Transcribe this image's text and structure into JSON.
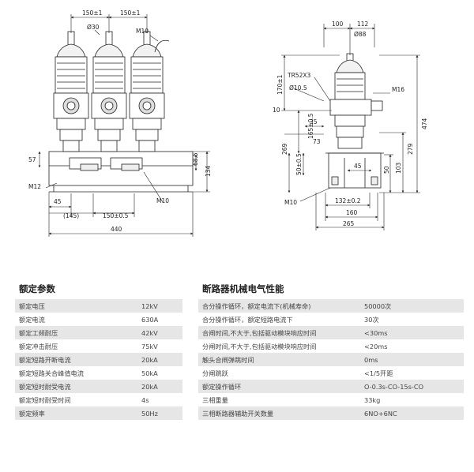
{
  "drawing": {
    "front_dims": {
      "top_left": "150±1",
      "top_right": "150±1",
      "dia30": "Ø30",
      "m10_top": "M10",
      "h57": "57",
      "h68_5": "68.5",
      "h134": "134",
      "m12": "M12",
      "m10_bottom": "M10",
      "d45": "45",
      "d145": "(145)",
      "d150_bottom": "150±0.5",
      "d440": "440"
    },
    "side_dims": {
      "d100": "100",
      "d112": "112",
      "dia88": "Ø88",
      "tr52x3": "TR52X3",
      "dia10_5": "Ø10.5",
      "h170": "170±1",
      "m16": "M16",
      "d35": "35",
      "h165": "165±0.5",
      "d73": "73",
      "d10": "10",
      "h474": "474",
      "h269": "269",
      "h279": "279",
      "h50": "50±0.5",
      "d45": "45",
      "d50": "50",
      "d103": "103",
      "m10": "M10",
      "d132": "132±0.2",
      "d160": "160",
      "d265": "265"
    }
  },
  "rated_params": {
    "title": "额定参数",
    "rows": [
      {
        "name": "额定电压",
        "value": "12kV"
      },
      {
        "name": "额定电流",
        "value": "630A"
      },
      {
        "name": "额定工频耐压",
        "value": "42kV"
      },
      {
        "name": "额定冲击耐压",
        "value": "75kV"
      },
      {
        "name": "额定短路开断电流",
        "value": "20kA"
      },
      {
        "name": "额定短路关合峰值电流",
        "value": "50kA"
      },
      {
        "name": "额定短时耐受电流",
        "value": "20kA"
      },
      {
        "name": "额定短时耐受时间",
        "value": "4s"
      },
      {
        "name": "额定频率",
        "value": "50Hz"
      }
    ]
  },
  "mech_props": {
    "title": "断路器机械电气性能",
    "rows": [
      {
        "name": "合分操作循环，额定电流下(机械寿命)",
        "value": "50000次"
      },
      {
        "name": "合分操作循环，额定短路电流下",
        "value": "30次"
      },
      {
        "name": "合闸时间,不大于,包括驱动模块响应时间",
        "value": "<30ms"
      },
      {
        "name": "分闸时间,不大于,包括驱动模块响应时间",
        "value": "<20ms"
      },
      {
        "name": "触头合闸弹跳时间",
        "value": "0ms"
      },
      {
        "name": "分闸跳跃",
        "value": "<1/5开距"
      },
      {
        "name": "额定操作循环",
        "value": "O-0.3s-CO-15s-CO"
      },
      {
        "name": "三相重量",
        "value": "33kg"
      },
      {
        "name": "三相断路器辅助开关数量",
        "value": "6NO+6NC"
      }
    ]
  }
}
